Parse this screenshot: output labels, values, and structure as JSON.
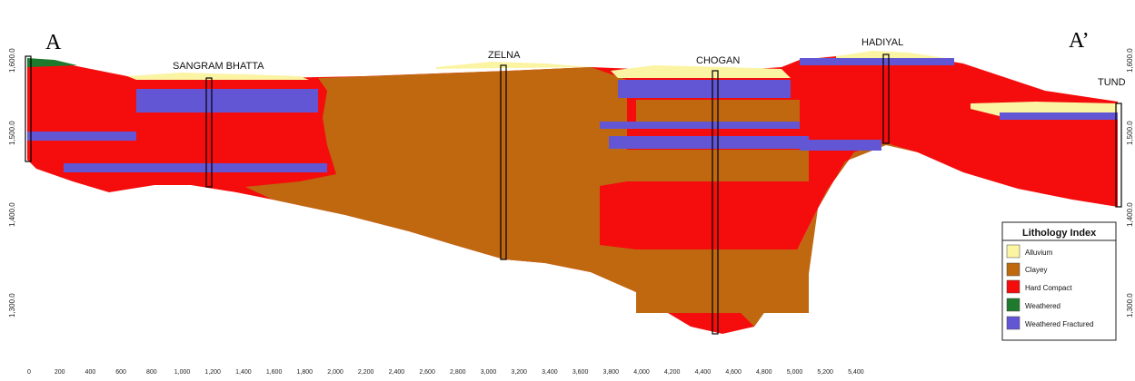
{
  "section_labels": {
    "start": "A",
    "end": "A’"
  },
  "wells": [
    {
      "name": "SANGRAM BHATTA"
    },
    {
      "name": "ZELNA"
    },
    {
      "name": "CHOGAN"
    },
    {
      "name": "HADIYAL"
    },
    {
      "name": "TUND"
    }
  ],
  "x_axis": {
    "ticks": [
      "0",
      "200",
      "400",
      "600",
      "800",
      "1,000",
      "1,200",
      "1,400",
      "1,600",
      "1,800",
      "2,000",
      "2,200",
      "2,400",
      "2,600",
      "2,800",
      "3,000",
      "3,200",
      "3,400",
      "3,600",
      "3,800",
      "4,000",
      "4,200",
      "4,400",
      "4,600",
      "4,800",
      "5,000",
      "5,200",
      "5,400"
    ]
  },
  "elevation_axis": {
    "ticks": [
      "1,600.0",
      "1,500.0",
      "1,400.0",
      "1,300.0"
    ]
  },
  "legend": {
    "title": "Lithology Index",
    "items": [
      {
        "label": "Alluvium",
        "color": "#fbf4a3"
      },
      {
        "label": "Clayey",
        "color": "#bf6810"
      },
      {
        "label": "Hard Compact",
        "color": "#f50c0c"
      },
      {
        "label": "Weathered",
        "color": "#1e7a2c"
      },
      {
        "label": "Weathered Fractured",
        "color": "#6356d4"
      }
    ]
  },
  "colors": {
    "alluvium": "#fbf4a3",
    "clayey": "#bf6810",
    "hard_compact": "#f50c0c",
    "weathered": "#1e7a2c",
    "weathered_fractured": "#6356d4"
  }
}
